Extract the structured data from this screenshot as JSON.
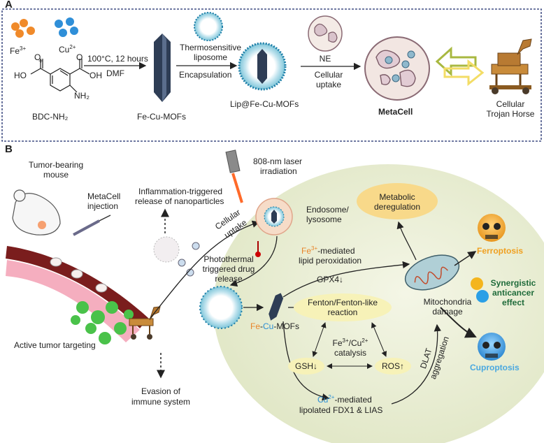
{
  "panelA": {
    "label": "A",
    "fe": "Fe",
    "fe_sup": "3+",
    "plus": "+",
    "cu": "Cu",
    "cu_sup": "2+",
    "bdc": "BDC-NH₂",
    "nh2": "NH₂",
    "oh_left": "HO",
    "oh_right": "OH",
    "o_left": "O",
    "o_right": "O",
    "condition1": "100°C, 12 hours",
    "condition2": "DMF",
    "mof": "Fe-Cu-MOFs",
    "lipo1": "Thermosensitive",
    "lipo2": "liposome",
    "encaps": "Encapsulation",
    "lipmof": "Lip@Fe-Cu-MOFs",
    "ne": "NE",
    "uptake1": "Cellular",
    "uptake2": "uptake",
    "metacell": "MetaCell",
    "trojan1": "Cellular",
    "trojan2": "Trojan Horse"
  },
  "panelB": {
    "label": "B",
    "mouse1": "Tumor-bearing",
    "mouse2": "mouse",
    "inj1": "MetaCell",
    "inj2": "injection",
    "infl1": "Inflammation-triggered",
    "infl2": "release of nanoparticles",
    "laser1": "808-nm laser",
    "laser2": "irradiation",
    "cu1": "Cellular",
    "cu2": "uptake",
    "endo1": "Endosome/",
    "endo2": "lysosome",
    "photo1": "Photothermal",
    "photo2": "triggered drug",
    "photo3": "release",
    "metab1": "Metabolic",
    "metab2": "deregulation",
    "fe_pre": "Fe",
    "fe_sup": "3+",
    "fe_med": "-mediated",
    "lipid": "lipid peroxidation",
    "gpx4": "GPX4↓",
    "fenton1": "Fenton/Fenton-like",
    "fenton2": "reaction",
    "mofs_fe": "Fe",
    "mofs_dash1": "-",
    "mofs_cu": "Cu",
    "mofs_rest": "-MOFs",
    "cat1_fe": "Fe",
    "cat1_fe_sup": "3+",
    "cat1_mid": "/Cu",
    "cat1_cu_sup": "2+",
    "cat2": "catalysis",
    "gsh": "GSH↓",
    "ros": "ROS↑",
    "cu_pre": "Cu",
    "cu_sup": "2+",
    "cu_med": "-mediated",
    "lipolated": "lipolated FDX1 & LIAS",
    "dlat1": "DLAT",
    "dlat2": "aggregation",
    "mito1": "Mitochondria",
    "mito2": "damage",
    "ferro": "Ferroptosis",
    "cupro": "Cuproptosis",
    "syn1": "Synergistic",
    "syn2": "anticancer",
    "syn3": "effect",
    "active": "Active tumor targeting",
    "evasion1": "Evasion of",
    "evasion2": "immune system"
  },
  "colors": {
    "fe_orange": "#e8852a",
    "cu_blue": "#2a8fd6",
    "ferroptosis": "#f0a020",
    "cuproptosis": "#4aa8e0",
    "synergy": "#1f6b3a",
    "cell_bg": "#eef2dc",
    "oval_yellow": "#f7f0b2",
    "metab_oval": "#f8d98a"
  }
}
